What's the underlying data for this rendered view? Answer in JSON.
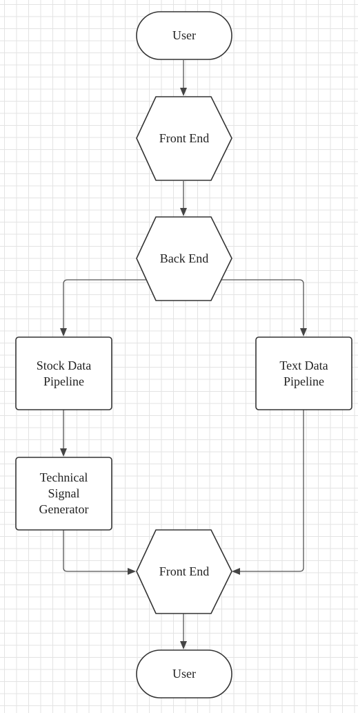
{
  "diagram": {
    "nodes": {
      "user_top": {
        "label": "User",
        "shape": "terminal"
      },
      "front_end_top": {
        "label": "Front End",
        "shape": "hexagon"
      },
      "back_end": {
        "label": "Back End",
        "shape": "hexagon"
      },
      "stock_data_pipeline": {
        "label": "Stock Data\nPipeline",
        "shape": "process"
      },
      "text_data_pipeline": {
        "label": "Text Data\nPipeline",
        "shape": "process"
      },
      "technical_signal_generator": {
        "label": "Technical\nSignal\nGenerator",
        "shape": "process"
      },
      "front_end_bottom": {
        "label": "Front End",
        "shape": "hexagon"
      },
      "user_bottom": {
        "label": "User",
        "shape": "terminal"
      }
    },
    "edges": [
      {
        "from": "User",
        "to": "Front End"
      },
      {
        "from": "Front End",
        "to": "Back End"
      },
      {
        "from": "Back End",
        "to": "Stock Data Pipeline"
      },
      {
        "from": "Back End",
        "to": "Text Data Pipeline"
      },
      {
        "from": "Stock Data Pipeline",
        "to": "Technical Signal Generator"
      },
      {
        "from": "Technical Signal Generator",
        "to": "Front End"
      },
      {
        "from": "Text Data Pipeline",
        "to": "Front End"
      },
      {
        "from": "Front End",
        "to": "User"
      }
    ],
    "colors": {
      "background": "#ffffff",
      "grid_line": "#e3e3e3",
      "shape_fill": "#ffffff",
      "shape_stroke": "#333333",
      "connector": "#555555",
      "text": "#222222"
    }
  }
}
